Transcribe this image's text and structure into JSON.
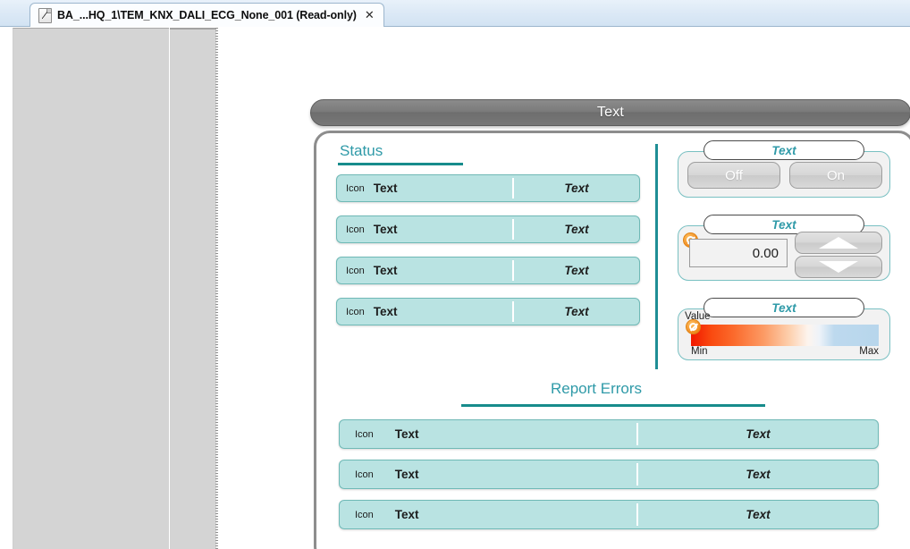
{
  "tab": {
    "title": "BA_...HQ_1\\TEM_KNX_DALI_ECG_None_001 (Read-only)",
    "close_label": "✕",
    "icon": "document-icon"
  },
  "form": {
    "header_title": "Text",
    "status": {
      "title": "Status",
      "rows": [
        {
          "icon": "Icon",
          "text": "Text",
          "value": "Text"
        },
        {
          "icon": "Icon",
          "text": "Text",
          "value": "Text"
        },
        {
          "icon": "Icon",
          "text": "Text",
          "value": "Text"
        },
        {
          "icon": "Icon",
          "text": "Text",
          "value": "Text"
        }
      ]
    },
    "report_errors": {
      "title": "Report Errors",
      "rows": [
        {
          "icon": "Icon",
          "text": "Text",
          "value": "Text"
        },
        {
          "icon": "Icon",
          "text": "Text",
          "value": "Text"
        },
        {
          "icon": "Icon",
          "text": "Text",
          "value": "Text"
        }
      ]
    },
    "onoff_group": {
      "badge": "Text",
      "off_label": "Off",
      "on_label": "On"
    },
    "spinner_group": {
      "badge": "Text",
      "value": "0.00",
      "status_icon": "no-entry-icon",
      "up_icon": "triangle-up-icon",
      "down_icon": "triangle-down-icon"
    },
    "slider_group": {
      "badge": "Text",
      "value_label": "Value",
      "min_label": "Min",
      "max_label": "Max",
      "status_icon": "no-entry-icon"
    }
  },
  "colors": {
    "accent_teal": "#2f9aa8",
    "rule_teal": "#178c8c",
    "row_mint": "#b9e3e2",
    "row_border": "#6fb9b6",
    "header_gray": "#7b7b7b",
    "badge_orange": "#f08a1e",
    "gradient_start": "#f21c00",
    "gradient_end": "#b7d6ec"
  }
}
